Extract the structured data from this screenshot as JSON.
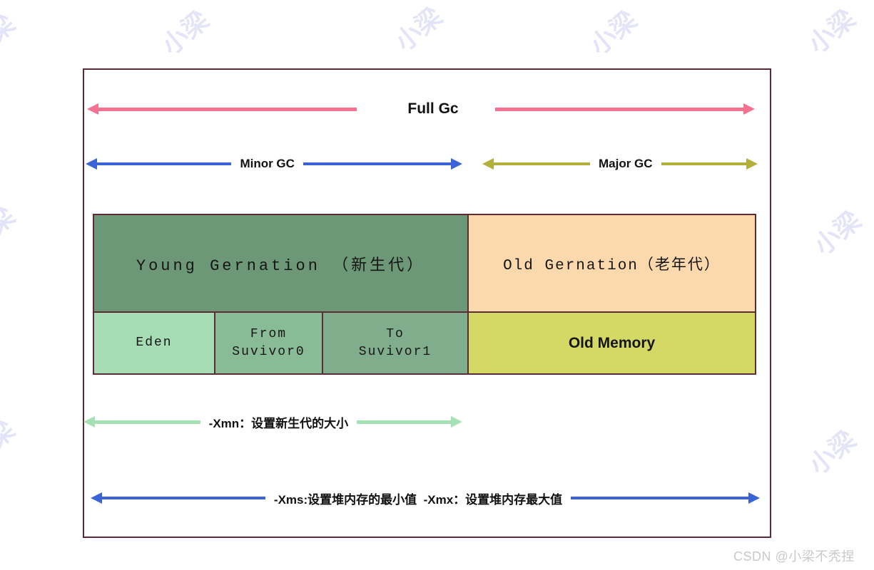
{
  "page": {
    "watermark_text": "小梁",
    "watermark_color": "#e4e4f8",
    "credit": "CSDN @小梁不秃捏"
  },
  "arrows": {
    "full_gc": {
      "label": "Full Gc",
      "color": "#f4718f"
    },
    "minor_gc": {
      "label": "Minor GC",
      "color": "#3a63d8"
    },
    "major_gc": {
      "label": "Major GC",
      "color": "#b2af3c"
    },
    "xmn": {
      "label": "-Xmn：设置新生代的大小",
      "color": "#a6e0b5"
    },
    "heap": {
      "label": "-Xms:设置堆内存的最小值  -Xmx：设置堆内存最大值",
      "color": "#3a63d8"
    }
  },
  "memory": {
    "young": {
      "label": "Young Gernation （新生代）",
      "color": "#6d9878"
    },
    "old": {
      "label": "Old Gernation（老年代）",
      "color": "#fbd9ac"
    },
    "eden": {
      "label": "Eden",
      "color": "#a6ddb5"
    },
    "survivor_from": {
      "line1": "From",
      "line2": "Suvivor0",
      "color": "#8abb97"
    },
    "survivor_to": {
      "line1": "To",
      "line2": "Suvivor1",
      "color": "#80ae8d"
    },
    "old_memory": {
      "label": "Old Memory",
      "color": "#d4d966"
    }
  }
}
